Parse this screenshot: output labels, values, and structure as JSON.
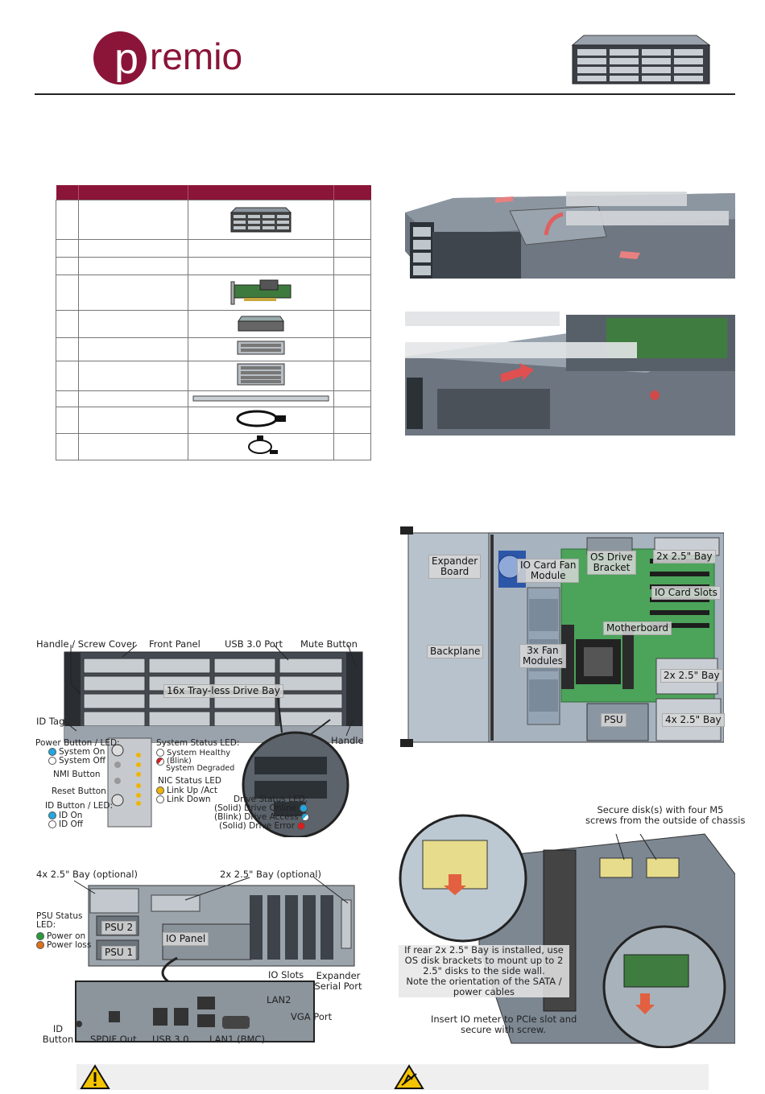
{
  "brand": {
    "name": "premio",
    "color": "#8a1538"
  },
  "front_panel_labels": {
    "handle_screw_cover": "Handle / Screw Cover",
    "front_panel": "Front Panel",
    "usb_port": "USB 3.0 Port",
    "mute_button": "Mute Button",
    "drive_bay": "16x Tray-less Drive Bay",
    "id_tag": "ID Tag",
    "handle": "Handle",
    "power_button_led": "Power Button / LED:",
    "system_on": "System On",
    "system_off": "System Off",
    "nmi_button": "NMI Button",
    "reset_button": "Reset Button",
    "id_button_led": "ID Button / LED:",
    "id_on": "ID On",
    "id_off": "ID Off",
    "system_status_led": "System Status LED:",
    "system_healthy": "System Healthy",
    "blink": "(Blink)",
    "system_degraded": "System Degraded",
    "nic_status_led": "NIC Status LED",
    "link_up": "Link Up /Act",
    "link_down": "Link Down",
    "drive_status_led": "Drive Status LED:",
    "drive_online": "(Solid) Drive Online",
    "drive_access": "(Blink) Drive Access",
    "drive_error": "(Solid) Drive Error"
  },
  "rear_panel_labels": {
    "bay4": "4x 2.5\" Bay (optional)",
    "bay2": "2x 2.5\" Bay (optional)",
    "psu_status": "PSU Status",
    "led": "LED:",
    "power_on": "Power on",
    "power_loss": "Power loss",
    "psu2": "PSU 2",
    "psu1": "PSU 1",
    "io_panel": "IO Panel",
    "io_slots": "IO Slots",
    "expander_serial_1": "Expander",
    "expander_serial_2": "Serial Port",
    "lan2": "LAN2",
    "vga_port": "VGA Port",
    "id_button_1": "ID",
    "id_button_2": "Button",
    "spdif_out": "SPDIF Out",
    "usb30": "USB 3.0",
    "lan1": "LAN1 (BMC)"
  },
  "internal_labels": {
    "expander_board_1": "Expander",
    "expander_board_2": "Board",
    "io_card_fan_1": "IO Card Fan",
    "io_card_fan_2": "Module",
    "os_drive_1": "OS Drive",
    "os_drive_2": "Bracket",
    "bay2_top": "2x 2.5\" Bay",
    "io_card_slots": "IO Card Slots",
    "motherboard": "Motherboard",
    "backplane": "Backplane",
    "fan_modules_1": "3x Fan",
    "fan_modules_2": "Modules",
    "bay2_mid": "2x 2.5\" Bay",
    "psu": "PSU",
    "bay4": "4x 2.5\" Bay"
  },
  "install_labels": {
    "secure_disk_1": "Secure disk(s) with four M5",
    "secure_disk_2": "screws from the outside of chassis",
    "rear_bay_1": "If rear 2x 2.5\" Bay is installed, use",
    "rear_bay_2": "OS disk brackets to mount up to 2",
    "rear_bay_3": "2.5\" disks to the side wall.",
    "rear_bay_4": "Note the orientation of the SATA /",
    "rear_bay_5": "power cables",
    "insert_io_1": "Insert IO meter to PCIe slot and",
    "insert_io_2": "secure with screw."
  },
  "colors": {
    "brand": "#8a1538",
    "led_blue": "#22a8e0",
    "led_yellow": "#f0b400",
    "led_green": "#2a9a3a",
    "led_orange": "#e0701a",
    "led_red": "#d81e1e"
  },
  "icons": [
    "warning-icon",
    "esd-caution-icon"
  ]
}
